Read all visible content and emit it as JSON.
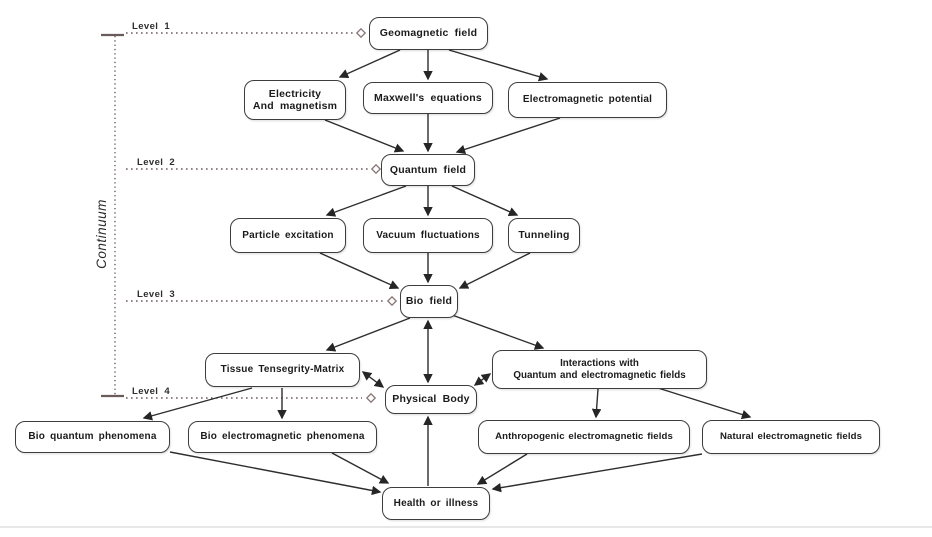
{
  "diagram": {
    "continuum_label": "Continuum",
    "levels": [
      {
        "label": "Level 1",
        "target": "Geomagnetic field"
      },
      {
        "label": "Level 2",
        "target": "Quantum field"
      },
      {
        "label": "Level 3",
        "target": "Bio field"
      },
      {
        "label": "Level 4",
        "target": "Physical Body"
      }
    ],
    "nodes": {
      "geomagnetic_field": {
        "label": "Geomagnetic field"
      },
      "electricity_magnetism": {
        "line1": "Electricity",
        "line2": "And magnetism"
      },
      "maxwells_equations": {
        "label": "Maxwell's equations"
      },
      "electromagnetic_potential": {
        "label": "Electromagnetic potential"
      },
      "quantum_field": {
        "label": "Quantum field"
      },
      "particle_excitation": {
        "label": "Particle excitation"
      },
      "vacuum_fluctuations": {
        "label": "Vacuum fluctuations"
      },
      "tunneling": {
        "label": "Tunneling"
      },
      "bio_field": {
        "label": "Bio field"
      },
      "tissue_tensegrity_matrix": {
        "label": "Tissue Tensegrity-Matrix"
      },
      "interactions_fields": {
        "line1": "Interactions with",
        "line2": "Quantum and electromagnetic fields"
      },
      "physical_body": {
        "label": "Physical Body"
      },
      "bio_quantum_phenomena": {
        "label": "Bio quantum phenomena"
      },
      "bio_electromagnetic_phenomena": {
        "label": "Bio electromagnetic phenomena"
      },
      "anthropogenic_em_fields": {
        "label": "Anthropogenic electromagnetic fields"
      },
      "natural_em_fields": {
        "label": "Natural electromagnetic fields"
      },
      "health_or_illness": {
        "label": "Health or illness"
      }
    },
    "edges": [
      {
        "from": "Geomagnetic field",
        "to": "Electricity And magnetism",
        "type": "arrow"
      },
      {
        "from": "Geomagnetic field",
        "to": "Maxwell's equations",
        "type": "arrow"
      },
      {
        "from": "Geomagnetic field",
        "to": "Electromagnetic potential",
        "type": "arrow"
      },
      {
        "from": "Electricity And magnetism",
        "to": "Quantum field",
        "type": "arrow"
      },
      {
        "from": "Maxwell's equations",
        "to": "Quantum field",
        "type": "arrow"
      },
      {
        "from": "Electromagnetic potential",
        "to": "Quantum field",
        "type": "arrow"
      },
      {
        "from": "Quantum field",
        "to": "Particle excitation",
        "type": "arrow"
      },
      {
        "from": "Quantum field",
        "to": "Vacuum fluctuations",
        "type": "arrow"
      },
      {
        "from": "Quantum field",
        "to": "Tunneling",
        "type": "arrow"
      },
      {
        "from": "Particle excitation",
        "to": "Bio field",
        "type": "arrow"
      },
      {
        "from": "Vacuum fluctuations",
        "to": "Bio field",
        "type": "arrow"
      },
      {
        "from": "Tunneling",
        "to": "Bio field",
        "type": "arrow"
      },
      {
        "from": "Bio field",
        "to": "Tissue Tensegrity-Matrix",
        "type": "arrow"
      },
      {
        "from": "Bio field",
        "to": "Physical Body",
        "type": "double-arrow"
      },
      {
        "from": "Bio field",
        "to": "Interactions with Quantum and electromagnetic fields",
        "type": "arrow"
      },
      {
        "from": "Tissue Tensegrity-Matrix",
        "to": "Physical Body",
        "type": "double-arrow"
      },
      {
        "from": "Physical Body",
        "to": "Interactions with Quantum and electromagnetic fields",
        "type": "double-arrow"
      },
      {
        "from": "Tissue Tensegrity-Matrix",
        "to": "Bio quantum phenomena",
        "type": "arrow"
      },
      {
        "from": "Tissue Tensegrity-Matrix",
        "to": "Bio electromagnetic phenomena",
        "type": "arrow"
      },
      {
        "from": "Interactions with Quantum and electromagnetic fields",
        "to": "Anthropogenic electromagnetic fields",
        "type": "arrow"
      },
      {
        "from": "Interactions with Quantum and electromagnetic fields",
        "to": "Natural electromagnetic fields",
        "type": "arrow"
      },
      {
        "from": "Bio quantum phenomena",
        "to": "Health or illness",
        "type": "arrow"
      },
      {
        "from": "Bio electromagnetic phenomena",
        "to": "Health or illness",
        "type": "arrow"
      },
      {
        "from": "Anthropogenic electromagnetic fields",
        "to": "Health or illness",
        "type": "arrow"
      },
      {
        "from": "Natural electromagnetic fields",
        "to": "Health or illness",
        "type": "arrow"
      },
      {
        "from": "Health or illness",
        "to": "Physical Body",
        "type": "arrow"
      }
    ],
    "colors": {
      "line": "#2e2e2e",
      "box_border": "#3d3d3d",
      "dotted_line": "#6b5c5c",
      "diamond_stroke": "#8a7575",
      "background": "#ffffff",
      "divider": "#e7e7e7"
    }
  }
}
